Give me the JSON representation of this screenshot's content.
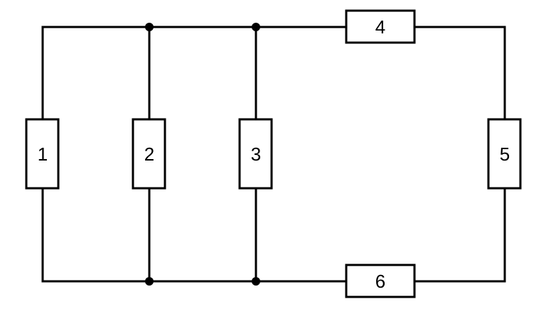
{
  "circuit": {
    "resistors": [
      {
        "id": "r1",
        "label": "1"
      },
      {
        "id": "r2",
        "label": "2"
      },
      {
        "id": "r3",
        "label": "3"
      },
      {
        "id": "r4",
        "label": "4"
      },
      {
        "id": "r5",
        "label": "5"
      },
      {
        "id": "r6",
        "label": "6"
      }
    ]
  },
  "colors": {
    "stroke": "#000000",
    "background": "#ffffff"
  }
}
